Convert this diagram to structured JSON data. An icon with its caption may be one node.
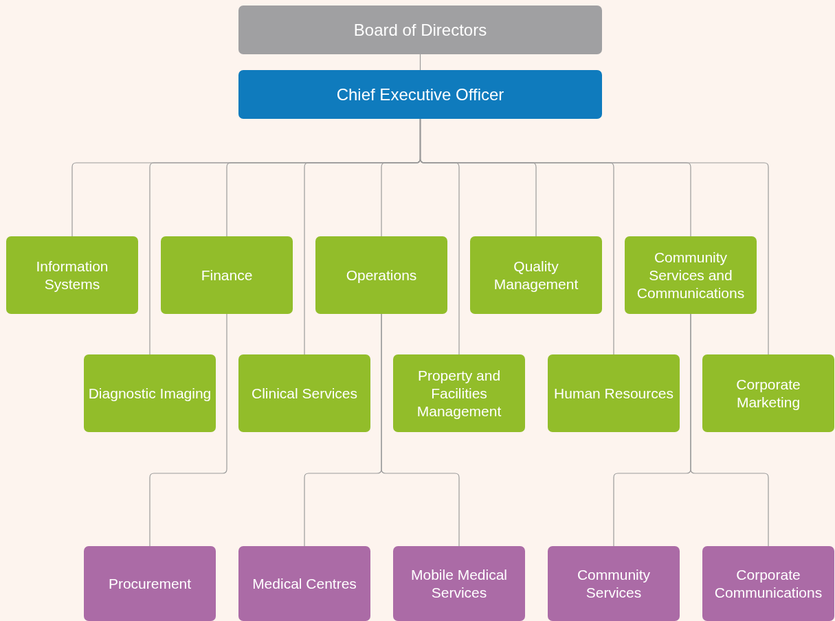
{
  "diagram": {
    "nodes": [
      {
        "text": [
          "Board of Directors"
        ]
      },
      {
        "text": [
          "Chief Executive Officer"
        ]
      },
      {
        "text": [
          "Information Systems"
        ]
      },
      {
        "text": [
          "Finance"
        ]
      },
      {
        "text": [
          "Operations"
        ]
      },
      {
        "text": [
          "Quality Management"
        ]
      },
      {
        "text": [
          "Community Services and Communications"
        ]
      },
      {
        "text": [
          "Diagnostic Imaging"
        ]
      },
      {
        "text": [
          "Clinical Services"
        ]
      },
      {
        "text": [
          "Property and Facilities Management"
        ]
      },
      {
        "text": [
          "Human Resources"
        ]
      },
      {
        "text": [
          "Corporate Marketing"
        ]
      },
      {
        "text": [
          "Procurement"
        ]
      },
      {
        "text": [
          "Medical Centres"
        ]
      },
      {
        "text": [
          "Mobile Medical Services"
        ]
      },
      {
        "text": [
          "Community Services"
        ]
      },
      {
        "text": [
          "Corporate Communications"
        ]
      }
    ],
    "edges": [
      {
        "from": 0,
        "to": 1,
        "arrow": "none"
      },
      {
        "from": 1,
        "to": 2,
        "arrow": "none"
      },
      {
        "from": 1,
        "to": 7,
        "arrow": "none"
      },
      {
        "from": 1,
        "to": 3,
        "arrow": "none"
      },
      {
        "from": 1,
        "to": 8,
        "arrow": "none"
      },
      {
        "from": 1,
        "to": 4,
        "arrow": "none"
      },
      {
        "from": 1,
        "to": 9,
        "arrow": "none"
      },
      {
        "from": 1,
        "to": 5,
        "arrow": "none"
      },
      {
        "from": 1,
        "to": 10,
        "arrow": "none"
      },
      {
        "from": 1,
        "to": 6,
        "arrow": "none"
      },
      {
        "from": 1,
        "to": 11,
        "arrow": "none"
      },
      {
        "from": 3,
        "to": 12,
        "arrow": "none"
      },
      {
        "from": 4,
        "to": 13,
        "arrow": "none"
      },
      {
        "from": 4,
        "to": 14,
        "arrow": "none"
      },
      {
        "from": 6,
        "to": 15,
        "arrow": "none"
      },
      {
        "from": 6,
        "to": 16,
        "arrow": "none"
      }
    ]
  }
}
